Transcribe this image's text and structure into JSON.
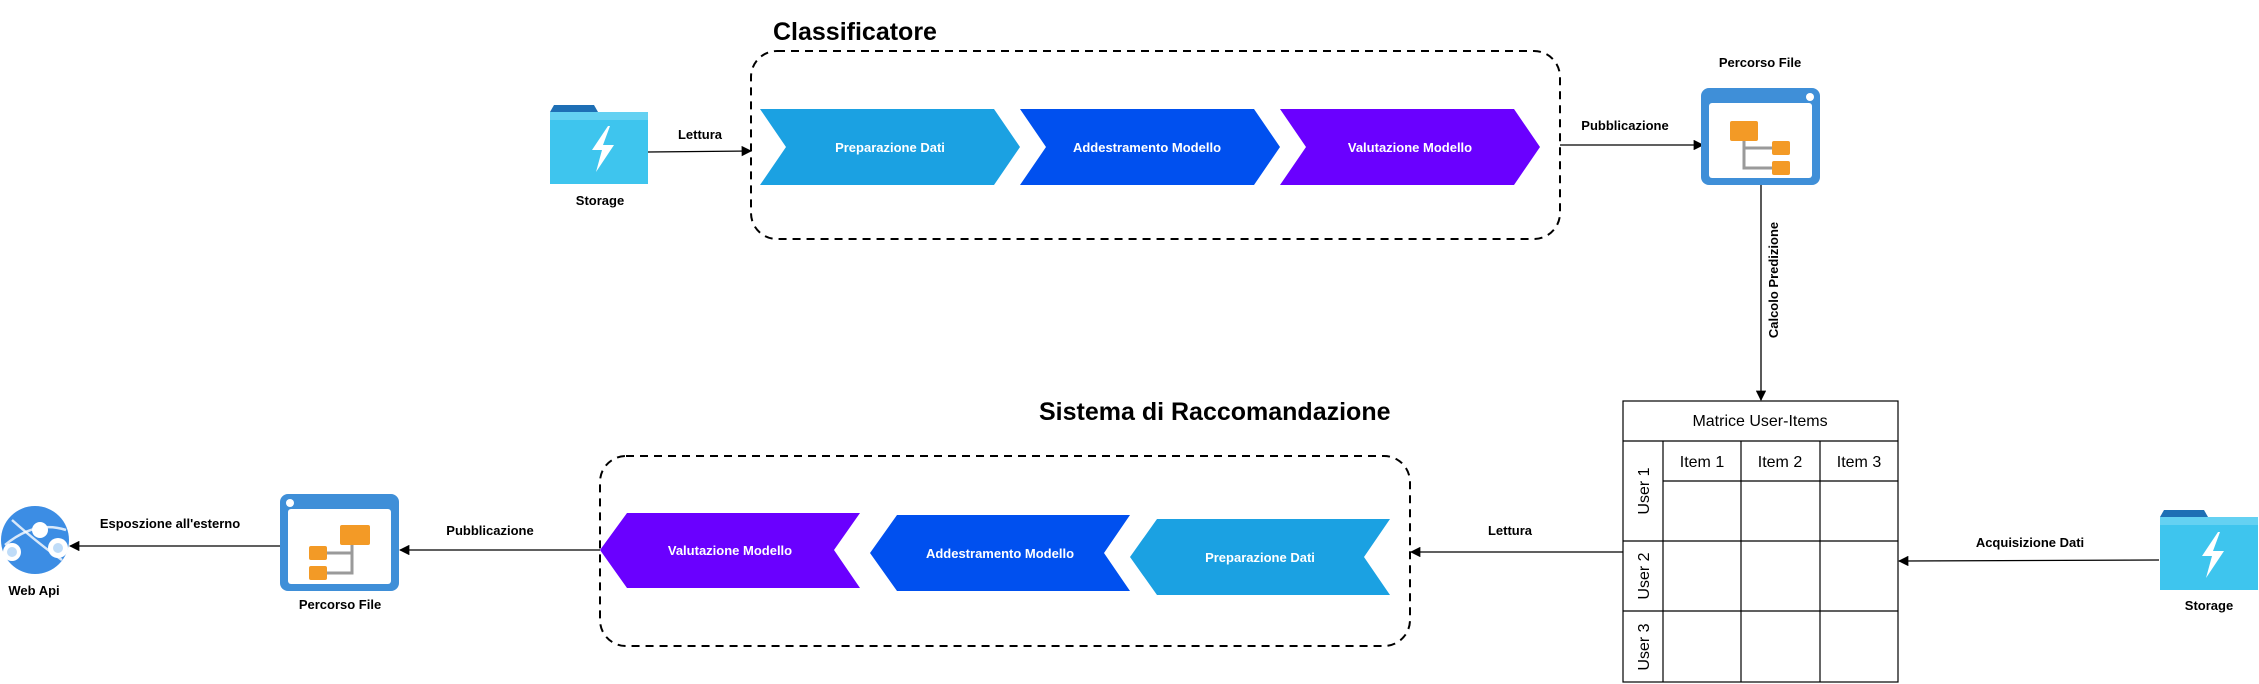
{
  "top": {
    "title": "Classificatore",
    "storage_label": "Storage",
    "read_label": "Lettura",
    "steps": [
      "Preparazione Dati",
      "Addestramento Modello",
      "Valutazione Modello"
    ],
    "publish_label": "Pubblicazione",
    "file_label": "Percorso File",
    "predict_label": "Calcolo Predizione"
  },
  "bottom": {
    "title": "Sistema di Raccomandazione",
    "steps": [
      "Valutazione Modello",
      "Addestramento Modello",
      "Preparazione Dati"
    ],
    "read_label": "Lettura",
    "publish_label": "Pubblicazione",
    "file_label": "Percorso File",
    "expose_label": "Esposzione all'esterno",
    "webapi_label": "Web Api",
    "acquire_label": "Acquisizione Dati",
    "storage_label": "Storage"
  },
  "matrix": {
    "title": "Matrice User-Items",
    "columns": [
      "Item 1",
      "Item 2",
      "Item 3"
    ],
    "rows": [
      "User 1",
      "User 2",
      "User 3"
    ]
  },
  "colors": {
    "step_light": "#1ba1e2",
    "step_blue": "#0050ef",
    "step_violet": "#6a00ff",
    "storage": "#3ec5ee",
    "storage_tab": "#1e6fb5",
    "file_frame": "#3f8fd8",
    "folder": "#f39a26",
    "webapi": "#3c8de4"
  }
}
